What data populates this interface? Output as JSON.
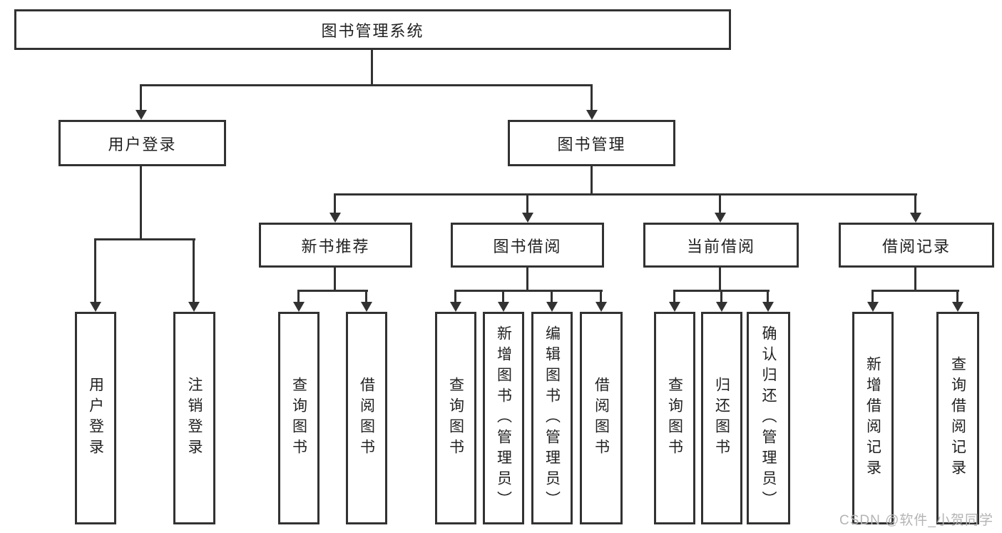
{
  "colors": {
    "line": "#323232",
    "text": "#222222",
    "watermark": "#b4b4b4",
    "background": "#ffffff"
  },
  "watermark": "CSDN @软件_小贺同学",
  "tree": {
    "root": {
      "label": "图书管理系统"
    },
    "branches": [
      {
        "label": "用户登录",
        "children": [
          "用户登录",
          "注销登录"
        ]
      },
      {
        "label": "图书管理",
        "sections": [
          {
            "label": "新书推荐",
            "children": [
              "查询图书",
              "借阅图书"
            ]
          },
          {
            "label": "图书借阅",
            "children": [
              "查询图书",
              "新增图书（管理员）",
              "编辑图书（管理员）",
              "借阅图书"
            ]
          },
          {
            "label": "当前借阅",
            "children": [
              "查询图书",
              "归还图书",
              "确认归还（管理员）"
            ]
          },
          {
            "label": "借阅记录",
            "children": [
              "新增借阅记录",
              "查询借阅记录"
            ]
          }
        ]
      }
    ]
  }
}
